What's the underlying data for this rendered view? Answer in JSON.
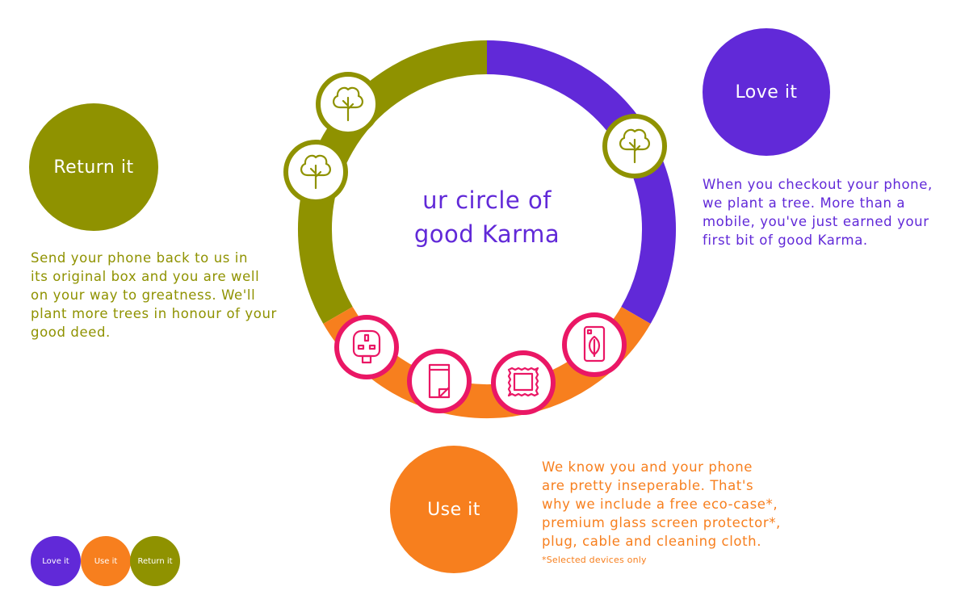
{
  "center_title": {
    "line1": "ur circle of",
    "line2": "good Karma"
  },
  "stages": {
    "return": {
      "label": "Return it",
      "color": "#8f9200",
      "description_lines": [
        "Send your phone back to us in",
        "its original box and you are well",
        "on your way to greatness.  We'll",
        "plant more trees in honour of your",
        "good deed."
      ]
    },
    "love": {
      "label": "Love it",
      "color": "#6129d8",
      "description_lines": [
        "When you checkout your phone,",
        "we plant a tree.  More than a",
        "mobile, you've just earned your",
        "first bit of good Karma."
      ]
    },
    "use": {
      "label": "Use it",
      "color": "#f77f1e",
      "description_lines": [
        "We know you and your phone",
        "are pretty inseperable.  That's",
        "why we include a free eco-case*,",
        "premium glass screen protector*,",
        "plug, cable and cleaning cloth."
      ],
      "footnote": "*Selected devices only"
    }
  },
  "ring_icons": {
    "tree_icon": "tree-icon",
    "accessory_color": "#ea1765",
    "accessory_icons": [
      "plug-icon",
      "screen-protector-icon",
      "cleaning-cloth-icon",
      "eco-case-icon"
    ]
  },
  "legend": {
    "items": [
      {
        "label": "Love it",
        "color": "#6129d8"
      },
      {
        "label": "Use it",
        "color": "#f77f1e"
      },
      {
        "label": "Return it",
        "color": "#8f9200"
      }
    ]
  }
}
